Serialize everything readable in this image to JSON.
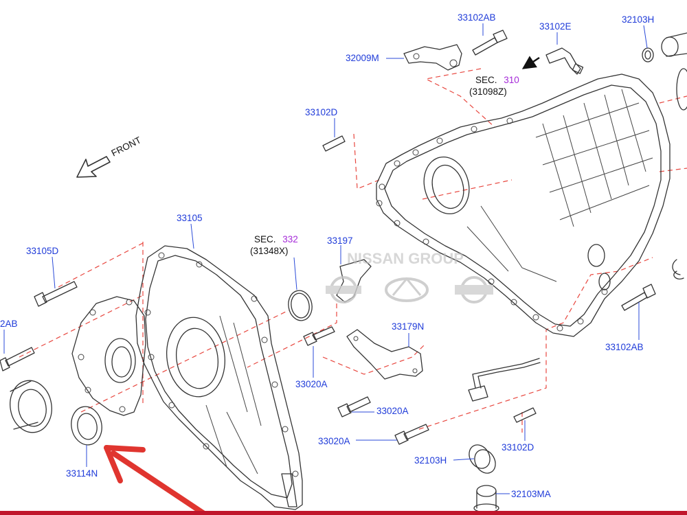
{
  "colors": {
    "part_label": "#1f3bd9",
    "section_number": "#a52ad8",
    "dashed_guide": "#e8473f",
    "arrow_pointer": "#e0352f",
    "bottom_bar": "#c0162c"
  },
  "front_label": "FRONT",
  "watermark": "NISSAN GROUP",
  "sections": [
    {
      "prefix": "SEC.",
      "number": "310",
      "ref": "(31098Z)"
    },
    {
      "prefix": "SEC.",
      "number": "332",
      "ref": "(31348X)"
    }
  ],
  "parts": [
    "33102AB",
    "33102E",
    "32103H",
    "32009M",
    "33102D",
    "33105",
    "33105D",
    "2AB",
    "33197",
    "33179N",
    "33020A",
    "33020A",
    "33020A",
    "33102AB",
    "33114N",
    "32103H",
    "33102D",
    "32103MA"
  ],
  "icons": [
    "nissan-logo-icon",
    "infiniti-logo-icon",
    "datsun-logo-icon",
    "front-arrow-icon",
    "red-pointer-arrow-icon"
  ]
}
